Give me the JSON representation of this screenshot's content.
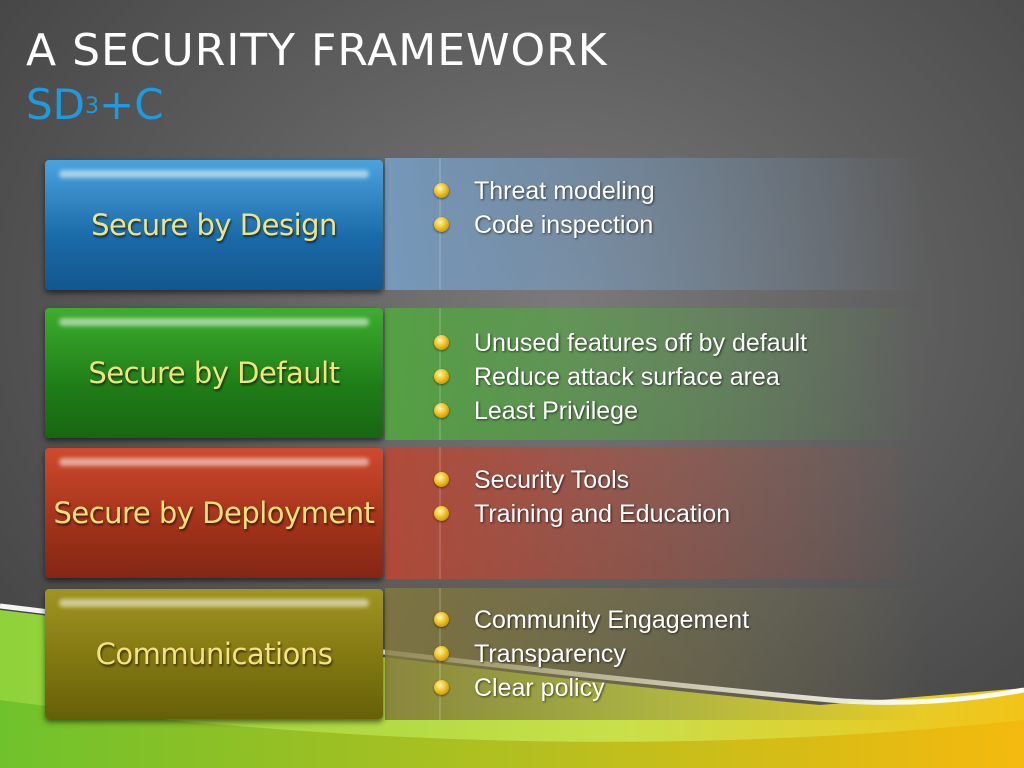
{
  "slide": {
    "title": "A SECURITY FRAMEWORK",
    "subtitle_main": "SD",
    "subtitle_sup": "3",
    "subtitle_tail": "+C"
  },
  "sections": [
    {
      "label": "Secure by Design",
      "color": "#1a6aa8",
      "bullets": [
        "Threat modeling",
        "Code inspection"
      ]
    },
    {
      "label": "Secure by Default",
      "color": "#1f7d18",
      "bullets": [
        "Unused features off by default",
        "Reduce attack surface area",
        "Least Privilege"
      ]
    },
    {
      "label": "Secure by Deployment",
      "color": "#a13219",
      "bullets": [
        "Security Tools",
        "Training and Education"
      ]
    },
    {
      "label": "Communications",
      "color": "#7e7410",
      "bullets": [
        "Community Engagement",
        "Transparency",
        "Clear policy"
      ]
    }
  ],
  "colors": {
    "title": "#ffffff",
    "subtitle": "#1e9be0",
    "box_label": "#f6e27a"
  }
}
